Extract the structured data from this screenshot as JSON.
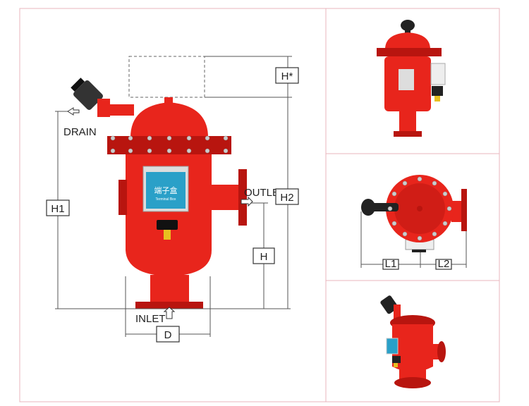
{
  "labels": {
    "drain": "DRAIN",
    "outlet": "OUTLET",
    "inlet": "INLET",
    "h_star": "H*",
    "h1": "H1",
    "h2": "H2",
    "h": "H",
    "d": "D",
    "l1": "L1",
    "l2": "L2"
  },
  "terminal_box": {
    "title_cn": "端子盒",
    "title_en": "Terminal Box"
  },
  "colors": {
    "body": "#e8251c",
    "frame": "#e8b4bc",
    "screen": "#2aa0c8"
  }
}
